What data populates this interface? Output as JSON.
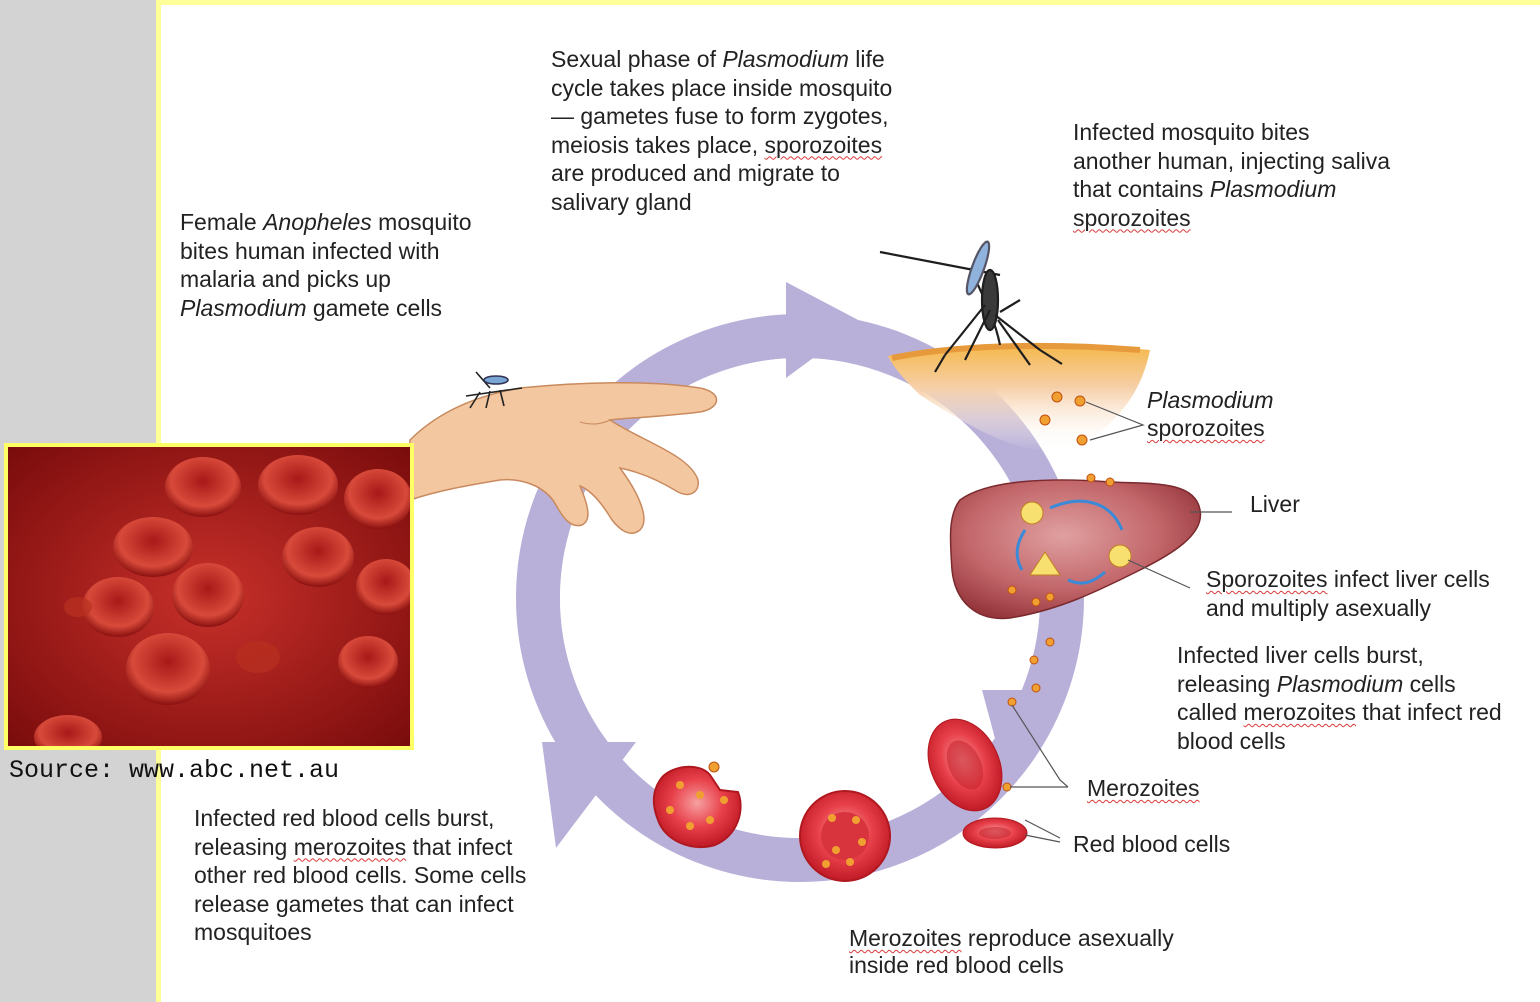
{
  "captions": {
    "female": [
      "Female ",
      "Anopheles",
      " mosquito",
      "bites human infected with",
      "malaria and picks up",
      "Plasmodium",
      " gamete cells"
    ],
    "sexual": [
      "Sexual phase of ",
      "Plasmodium",
      " life",
      "cycle takes place inside mosquito",
      "— gametes fuse to form zygotes,",
      "meiosis takes place, ",
      "sporozoites",
      "are produced and migrate to",
      "salivary gland"
    ],
    "bites": [
      "Infected mosquito bites",
      "another human, injecting saliva",
      "that contains ",
      "Plasmodium",
      "sporozoites"
    ],
    "liver_burst": [
      "Infected liver cells burst,",
      "releasing ",
      "Plasmodium",
      " cells",
      "called ",
      "merozoites",
      " that infect red",
      "blood cells"
    ],
    "rbc_burst": [
      "Infected red blood cells burst,",
      "releasing ",
      "merozoites",
      " that infect",
      "other red blood cells.  Some cells",
      "release gametes that can infect",
      "mosquitoes"
    ],
    "reproduce": [
      "Merozoites",
      " reproduce asexually",
      "inside red blood cells"
    ]
  },
  "labels": {
    "plasmodium_sporozoites": [
      "Plasmodium",
      "sporozoites"
    ],
    "liver": "Liver",
    "sporozoites_infect": [
      "Sporozoites",
      " infect liver cells",
      "and multiply asexually"
    ],
    "merozoites": "Merozoites",
    "red_blood_cells": "Red blood cells"
  },
  "source": "Source: www.abc.net.au",
  "colors": {
    "background": "#d3d3d3",
    "panel_border": "#ffff99",
    "cycle_arrow": "#b9b0d9",
    "blood_cell": "#e0303a",
    "liver": "#b84a50",
    "photo_border": "#ffff66"
  }
}
